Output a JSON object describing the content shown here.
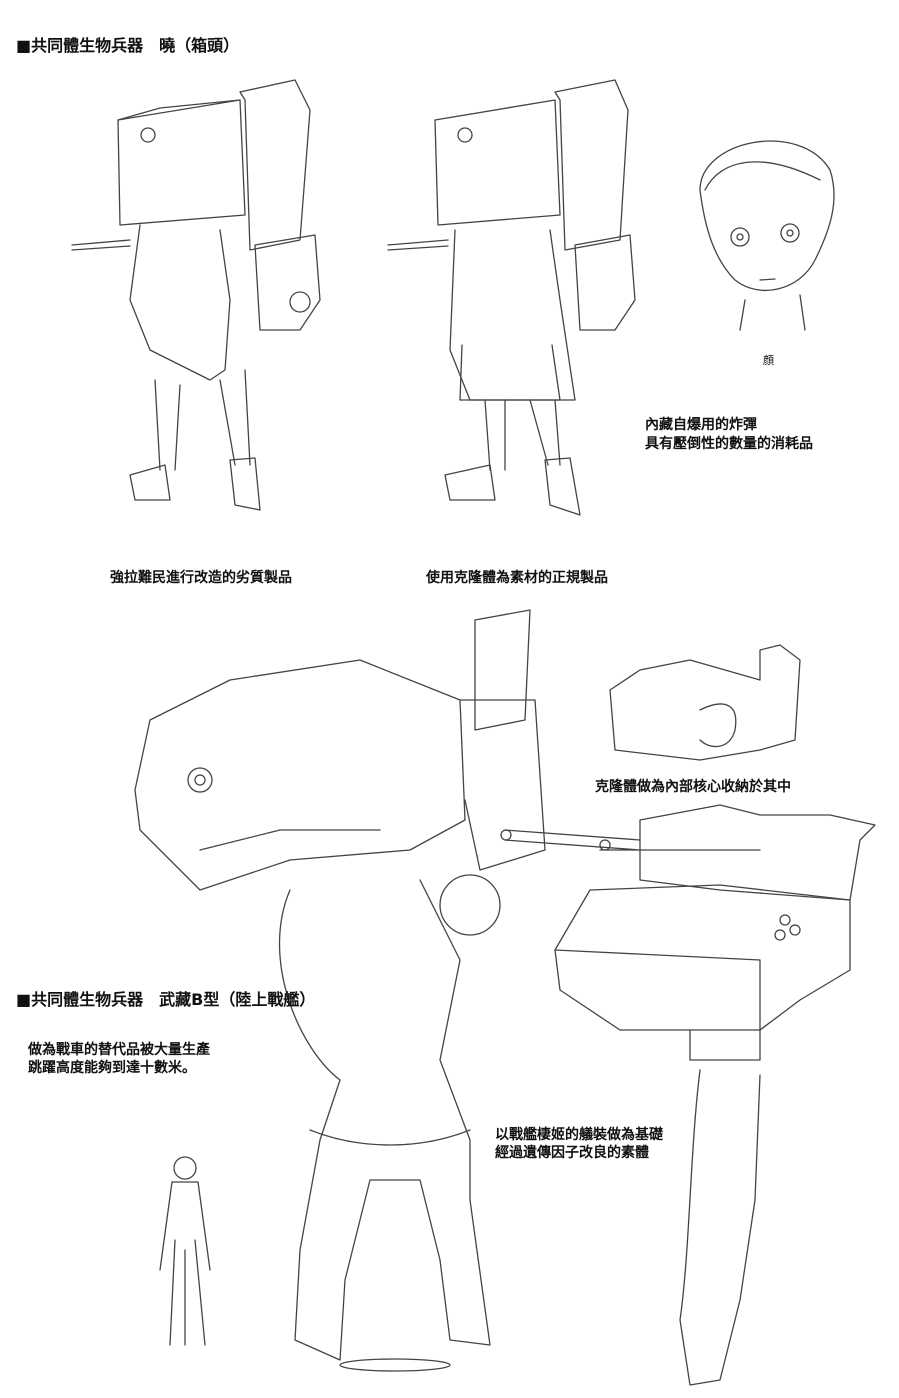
{
  "section1": {
    "title": "■共同體生物兵器　曉（箱頭）",
    "face_label": "顔",
    "note_lines": [
      "內藏自爆用的炸彈",
      "具有壓倒性的數量的消耗品"
    ],
    "caption_left": "強拉難民進行改造的劣質製品",
    "caption_right": "使用克隆體為素材的正規製品"
  },
  "section2": {
    "title": "■共同體生物兵器　武藏B型（陸上戰艦）",
    "core_note": "克隆體做為內部核心收納於其中",
    "desc_lines": [
      "做為戰車的替代品被大量生產",
      "跳躍高度能夠到達十數米。"
    ],
    "base_lines": [
      "以戰艦棲姬的艤裝做為基礎",
      "經過遺傳因子改良的素體"
    ]
  }
}
